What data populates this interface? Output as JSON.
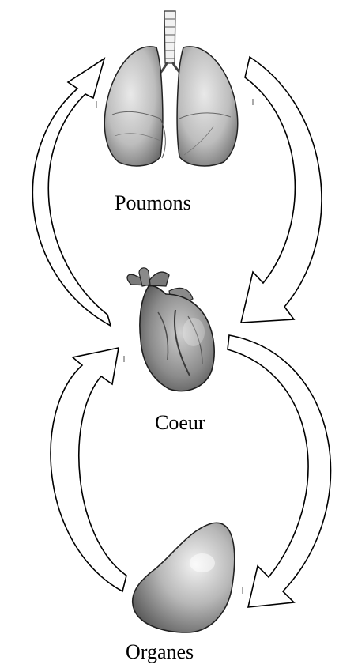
{
  "labels": {
    "lungs": "Poumons",
    "heart": "Coeur",
    "organs": "Organes"
  },
  "colors": {
    "stroke": "#000000",
    "arrow_fill": "#ffffff",
    "organ_fill": "#bdbdbd",
    "organ_dark": "#5a5a5a"
  },
  "icons": {
    "lungs": "lungs-icon",
    "heart": "heart-icon",
    "organs": "organ-icon"
  }
}
